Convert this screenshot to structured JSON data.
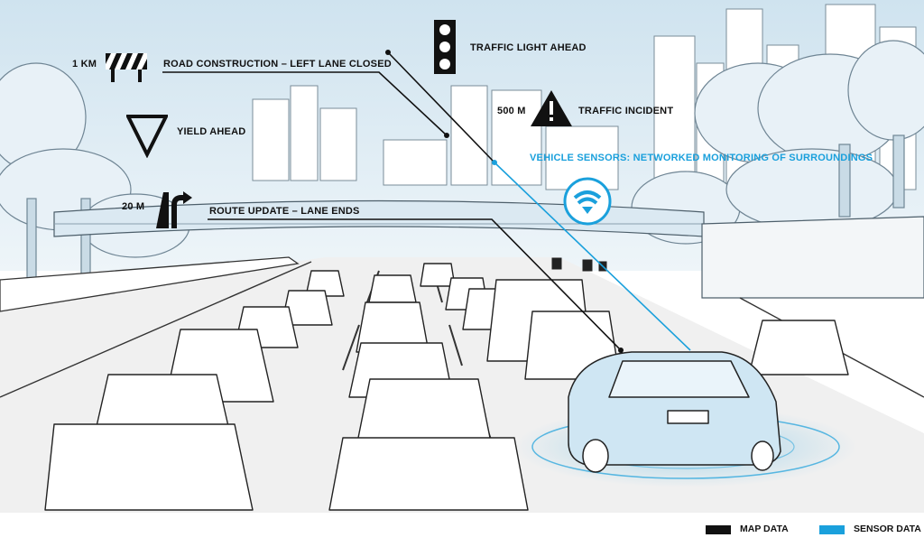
{
  "colors": {
    "map_data": "#111111",
    "sensor_data": "#1aa0dc",
    "sky": "#dbeaf3",
    "road": "#e9e9e9",
    "outline": "#2a2a2a",
    "car_tint": "#cfe6f3"
  },
  "annotations": [
    {
      "id": "road-construction",
      "distance": "1 KM",
      "text": "ROAD CONSTRUCTION – LEFT LANE CLOSED",
      "icon": "barrier-icon",
      "source": "map"
    },
    {
      "id": "traffic-light",
      "distance": "",
      "text": "TRAFFIC LIGHT AHEAD",
      "icon": "traffic-light-icon",
      "source": "map"
    },
    {
      "id": "traffic-incident",
      "distance": "500 M",
      "text": "TRAFFIC INCIDENT",
      "icon": "warning-triangle-icon",
      "source": "map"
    },
    {
      "id": "yield",
      "distance": "",
      "text": "YIELD AHEAD",
      "icon": "yield-sign-icon",
      "source": "map"
    },
    {
      "id": "vehicle-sensors",
      "distance": "",
      "text": "VEHICLE SENSORS: NETWORKED MONITORING OF SURROUNDINGS",
      "icon": "sensor-wave-icon",
      "source": "sensor"
    },
    {
      "id": "route-update",
      "distance": "20 M",
      "text": "ROUTE UPDATE – LANE ENDS",
      "icon": "lane-ends-icon",
      "source": "map"
    }
  ],
  "legend": [
    {
      "label": "MAP DATA",
      "color": "#111111"
    },
    {
      "label": "SENSOR DATA",
      "color": "#1aa0dc"
    }
  ]
}
